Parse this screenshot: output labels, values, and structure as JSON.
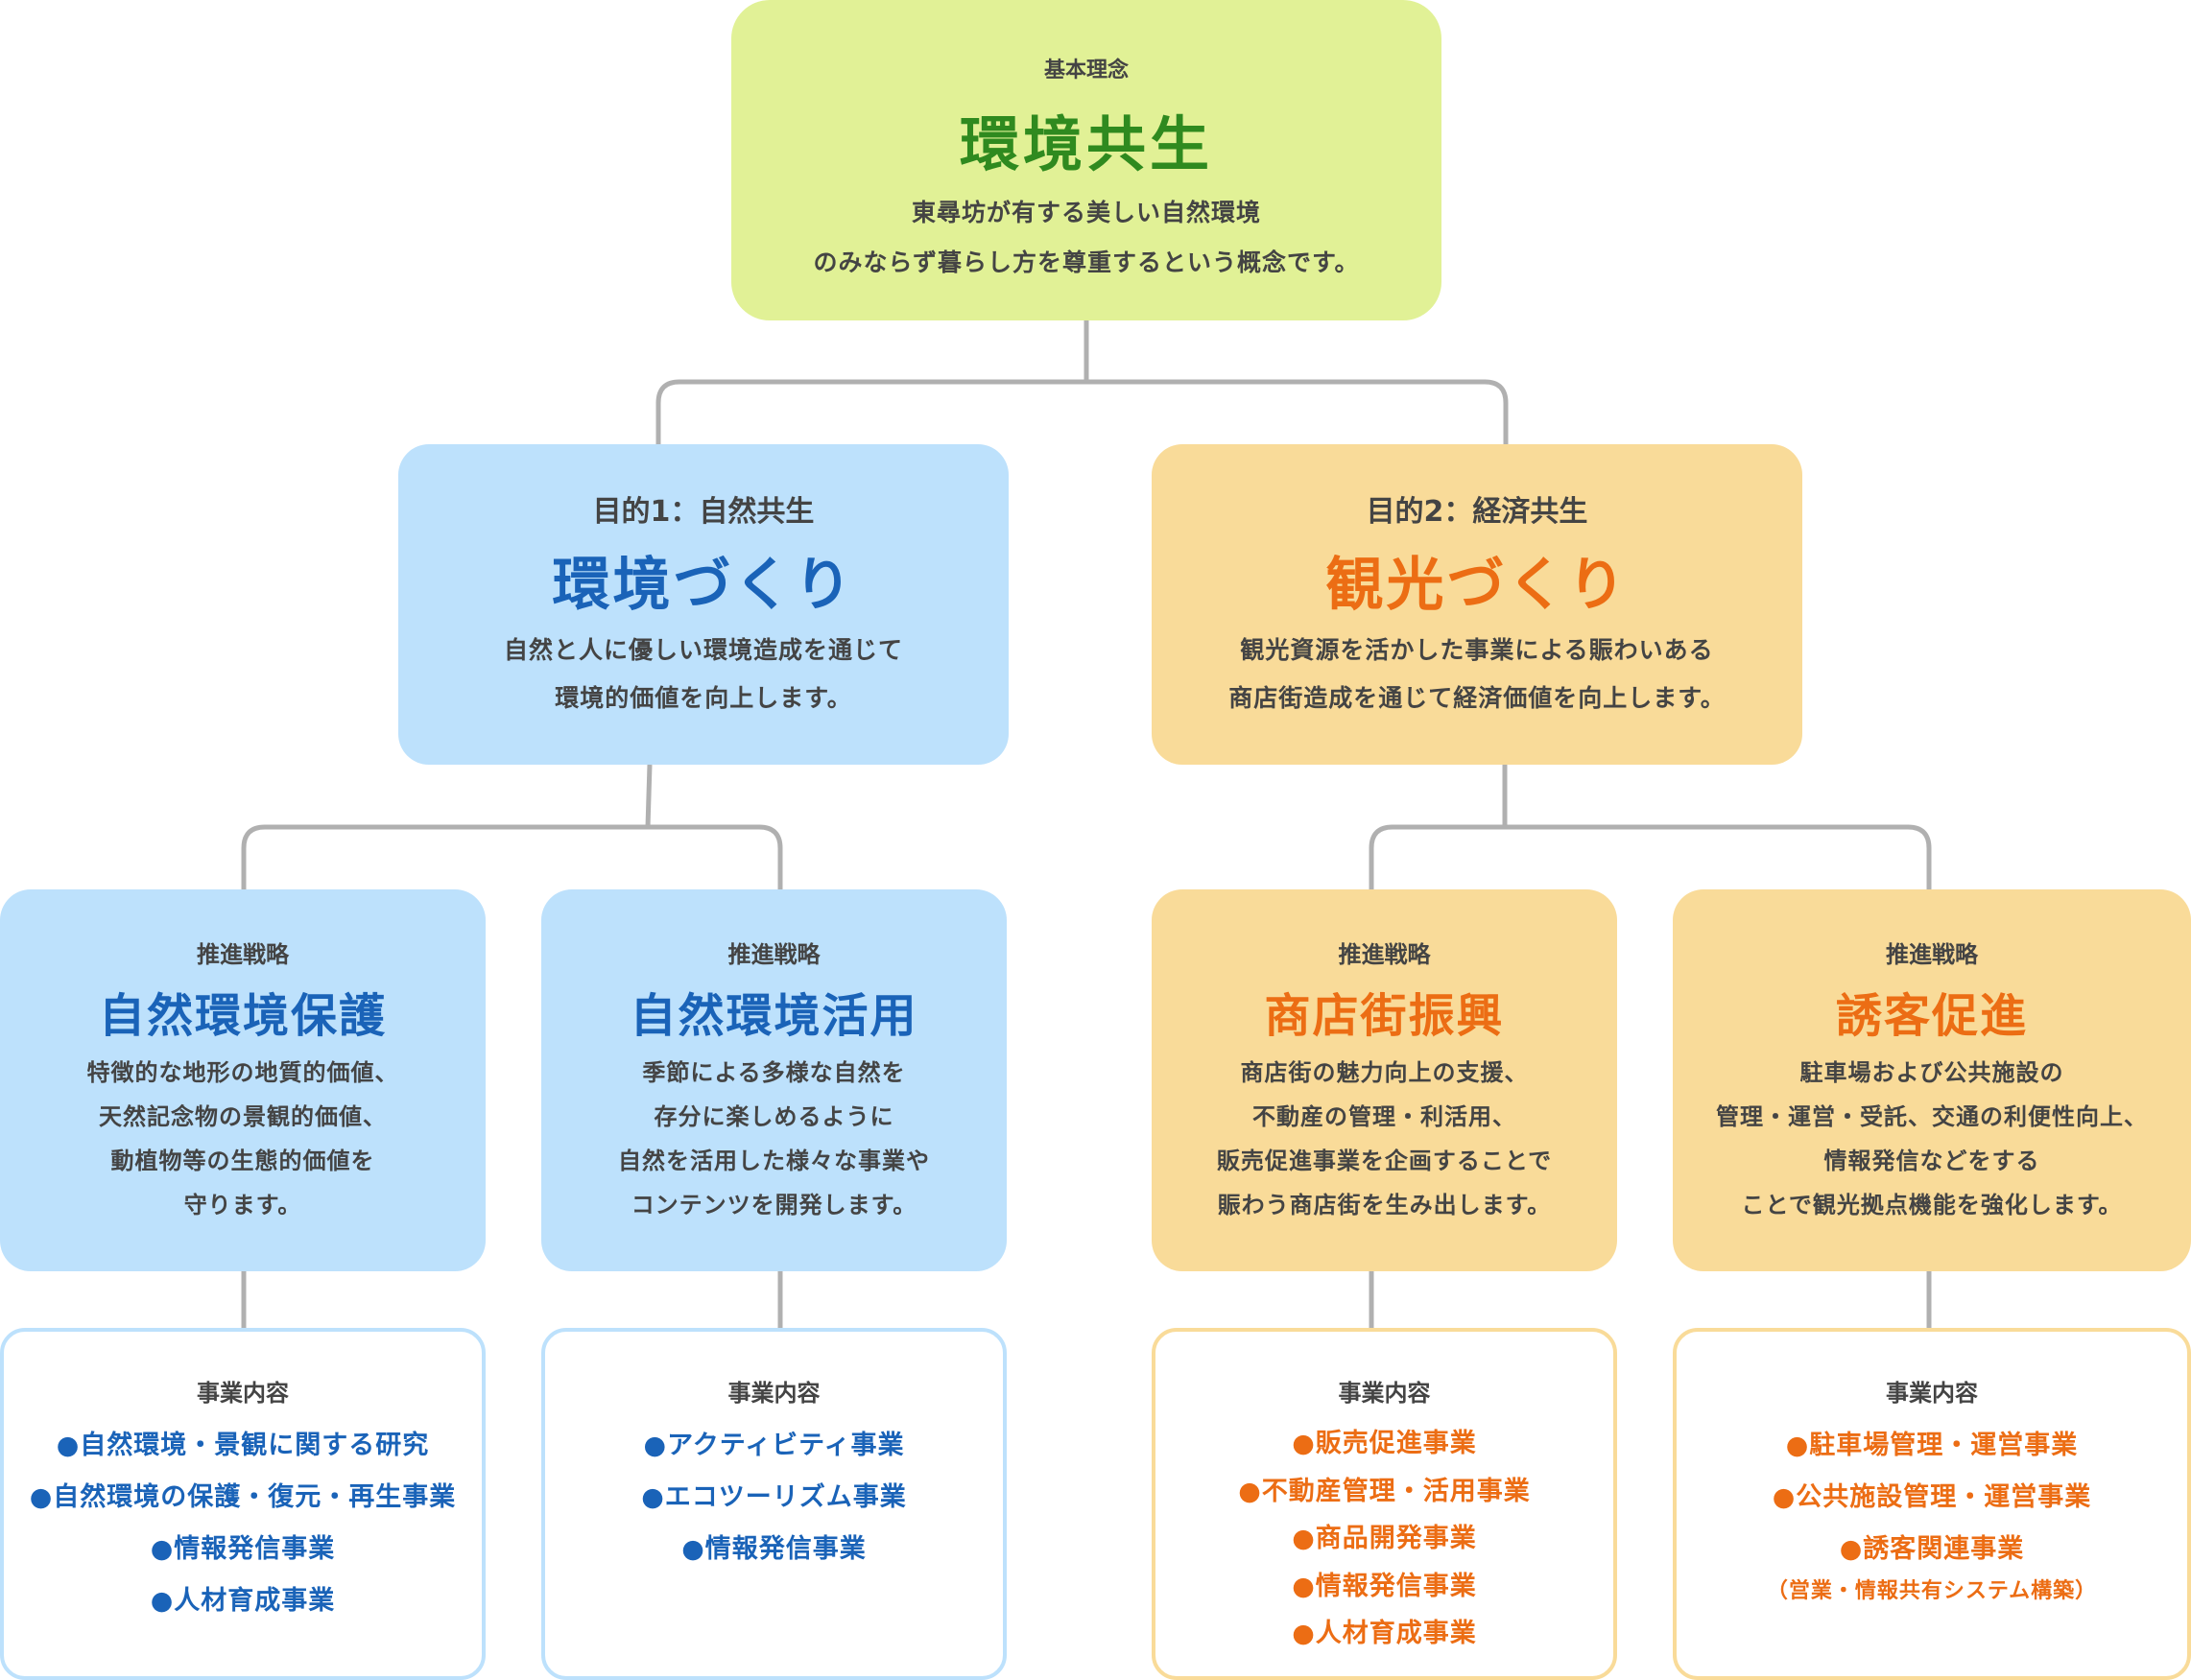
{
  "root": {
    "kicker": "基本理念",
    "title": "環境共生",
    "desc": [
      "東尋坊が有する美しい自然環境",
      "のみならず暮らし方を尊重するという概念です。"
    ]
  },
  "purposes": [
    {
      "kicker": "目的1：自然共生",
      "title": "環境づくり",
      "desc": [
        "自然と人に優しい環境造成を通じて",
        "環境的価値を向上します。"
      ]
    },
    {
      "kicker": "目的2：経済共生",
      "title": "観光づくり",
      "desc": [
        "観光資源を活かした事業による賑わいある",
        "商店街造成を通じて経済価値を向上します。"
      ]
    }
  ],
  "strategies": [
    {
      "kicker": "推進戦略",
      "title": "自然環境保護",
      "desc": [
        "特徴的な地形の地質的価値、",
        "天然記念物の景観的価値、",
        "動植物等の生態的価値を",
        "守ります。"
      ]
    },
    {
      "kicker": "推進戦略",
      "title": "自然環境活用",
      "desc": [
        "季節による多様な自然を",
        "存分に楽しめるように",
        "自然を活用した様々な事業や",
        "コンテンツを開発します。"
      ]
    },
    {
      "kicker": "推進戦略",
      "title": "商店街振興",
      "desc": [
        "商店街の魅力向上の支援、",
        "不動産の管理・利活用、",
        "販売促進事業を企画することで",
        "賑わう商店街を生み出します。"
      ]
    },
    {
      "kicker": "推進戦略",
      "title": "誘客促進",
      "desc": [
        "駐車場および公共施設の",
        "管理・運営・受託、交通の利便性向上、",
        "情報発信などをする",
        "ことで観光拠点機能を強化します。"
      ]
    }
  ],
  "businesses": [
    {
      "kicker": "事業内容",
      "items": [
        "●自然環境・景観に関する研究",
        "●自然環境の保護・復元・再生事業",
        "●情報発信事業",
        "●人材育成事業"
      ]
    },
    {
      "kicker": "事業内容",
      "items": [
        "●アクティビティ事業",
        "●エコツーリズム事業",
        "●情報発信事業"
      ]
    },
    {
      "kicker": "事業内容",
      "items": [
        "●販売促進事業",
        "●不動産管理・活用事業",
        "●商品開発事業",
        "●情報発信事業",
        "●人材育成事業"
      ]
    },
    {
      "kicker": "事業内容",
      "items": [
        "●駐車場管理・運営事業",
        "●公共施設管理・運営事業",
        "●誘客関連事業"
      ],
      "note": "（営業・情報共有システム構築）"
    }
  ],
  "colors": {
    "root_bg": "#e1f196",
    "root_title": "#2f8a1f",
    "blue_bg": "#bde1fc",
    "blue_text": "#1a63b8",
    "orange_bg": "#f9db99",
    "orange_text": "#ec6d14",
    "connector": "#b0b0b0"
  }
}
